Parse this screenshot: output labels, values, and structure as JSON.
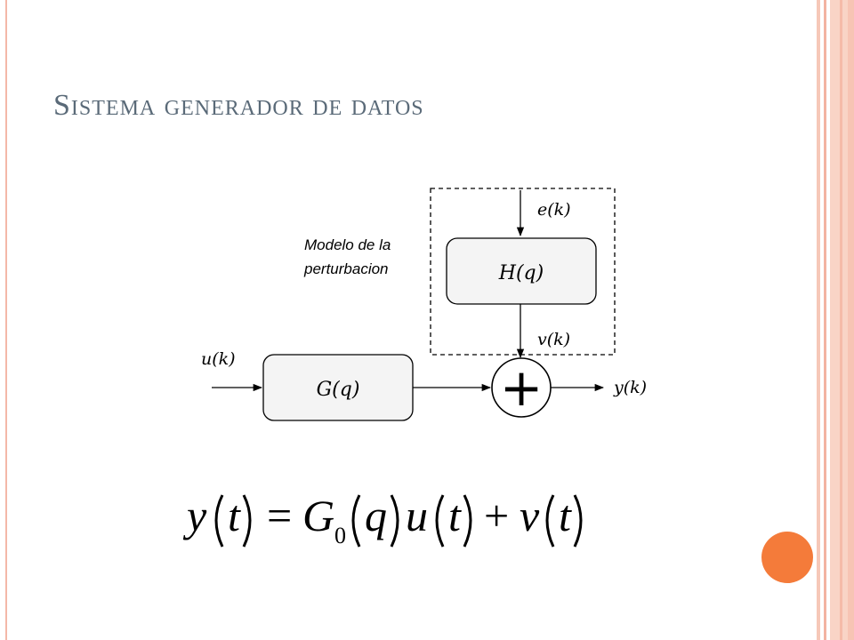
{
  "slide": {
    "title": "Sistema generador de datos"
  },
  "diagram": {
    "disturbance_label_line1": "Modelo de la",
    "disturbance_label_line2": "perturbacion",
    "block_h": "H(q)",
    "block_g": "G(q)",
    "sum_symbol": "+",
    "signal_e": "e(k)",
    "signal_v": "v(k)",
    "signal_u": "u(k)",
    "signal_y": "y(k)"
  },
  "equation": {
    "y": "y",
    "t1": "t",
    "eq": "=",
    "G": "G",
    "sub0": "0",
    "q": "q",
    "u": "u",
    "t2": "t",
    "plus": "+",
    "v": "v",
    "t3": "t"
  }
}
